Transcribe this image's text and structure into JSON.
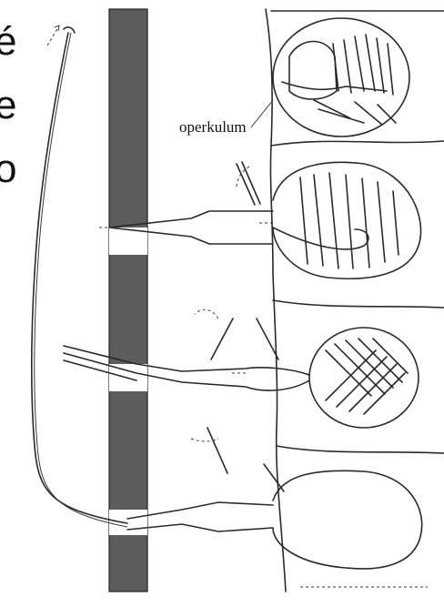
{
  "figure": {
    "labels": {
      "operculum": "operkulum"
    },
    "edge_text": {
      "line1": "é",
      "line2": "e",
      "line3": "o"
    },
    "stages": [
      {
        "id": "undischarged-coiled"
      },
      {
        "id": "operculum-opening"
      },
      {
        "id": "thread-everting"
      },
      {
        "id": "thread-discharged"
      }
    ]
  }
}
